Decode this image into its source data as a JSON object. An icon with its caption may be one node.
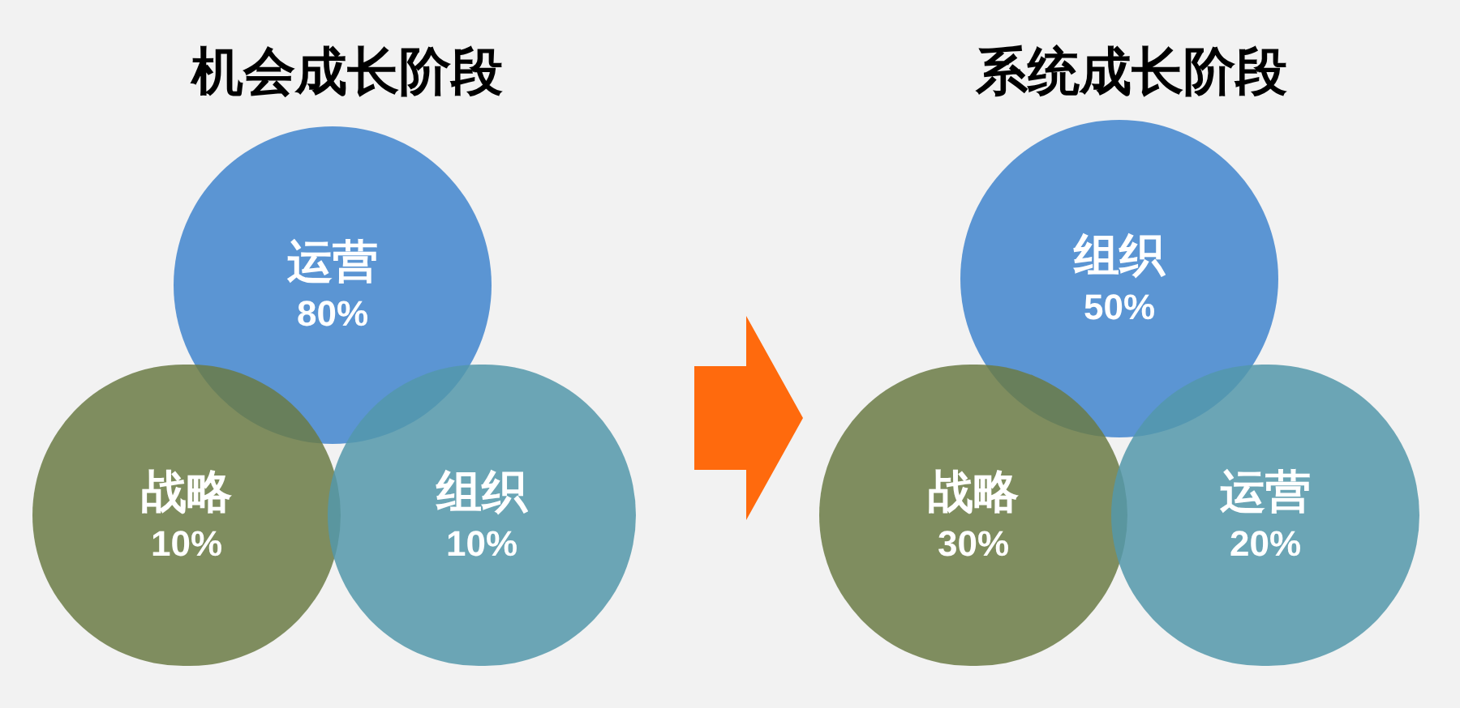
{
  "diagram": {
    "nodes": [
      {
        "text": [
          "机会成长阶段"
        ]
      },
      {
        "text": [
          "运营",
          "80%"
        ],
        "in": 0
      },
      {
        "text": [
          "战略",
          "10%"
        ],
        "in": 0
      },
      {
        "text": [
          "组织",
          "10%"
        ],
        "in": 0
      },
      {
        "text": [
          "系统成长阶段"
        ]
      },
      {
        "text": [
          "组织",
          "50%"
        ],
        "in": 4
      },
      {
        "text": [
          "战略",
          "30%"
        ],
        "in": 4
      },
      {
        "text": [
          "运营",
          "20%"
        ],
        "in": 4
      }
    ],
    "edges": [
      {
        "from": 0,
        "to": 4,
        "arrow": "to",
        "style": "thick",
        "color": "#ff6a0d"
      }
    ]
  }
}
